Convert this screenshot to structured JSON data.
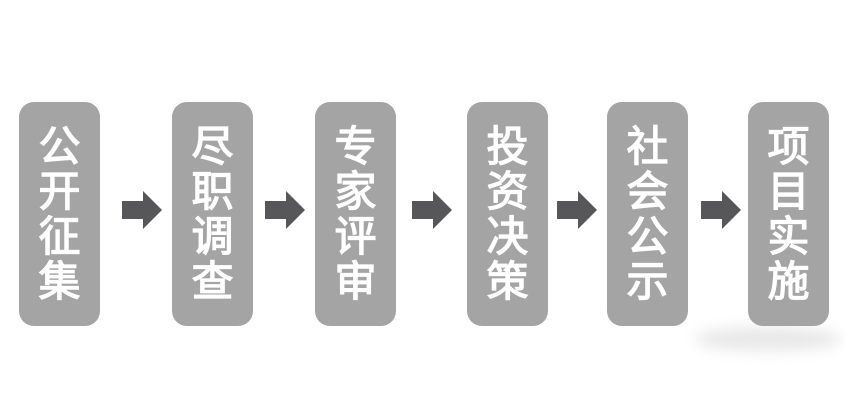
{
  "flow": {
    "type": "process-flowchart",
    "direction": "left-to-right",
    "steps": [
      "公开征集",
      "尽职调查",
      "专家评审",
      "投资决策",
      "社会公示",
      "项目实施"
    ],
    "connector": "right-block-arrow",
    "colors": {
      "box": "#a4a4a4",
      "arrow": "#57575a",
      "text": "#ffffff",
      "background": "#ffffff"
    }
  }
}
